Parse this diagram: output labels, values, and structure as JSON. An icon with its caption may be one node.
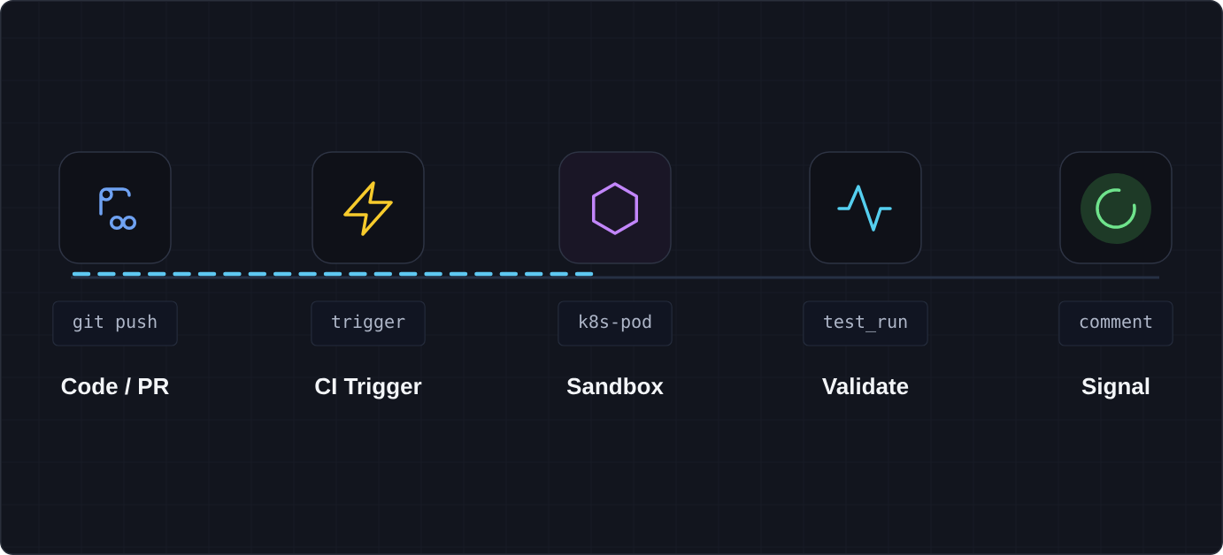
{
  "diagram": {
    "nodes": [
      {
        "text": [
          "git push"
        ],
        "beside": [
          "Code / PR"
        ]
      },
      {
        "text": [
          "trigger"
        ],
        "beside": [
          "CI Trigger"
        ]
      },
      {
        "text": [
          "k8s-pod"
        ],
        "beside": [
          "Sandbox"
        ]
      },
      {
        "text": [
          "test_run"
        ],
        "beside": [
          "Validate"
        ]
      },
      {
        "text": [
          "comment"
        ],
        "beside": [
          "Signal"
        ]
      }
    ]
  }
}
